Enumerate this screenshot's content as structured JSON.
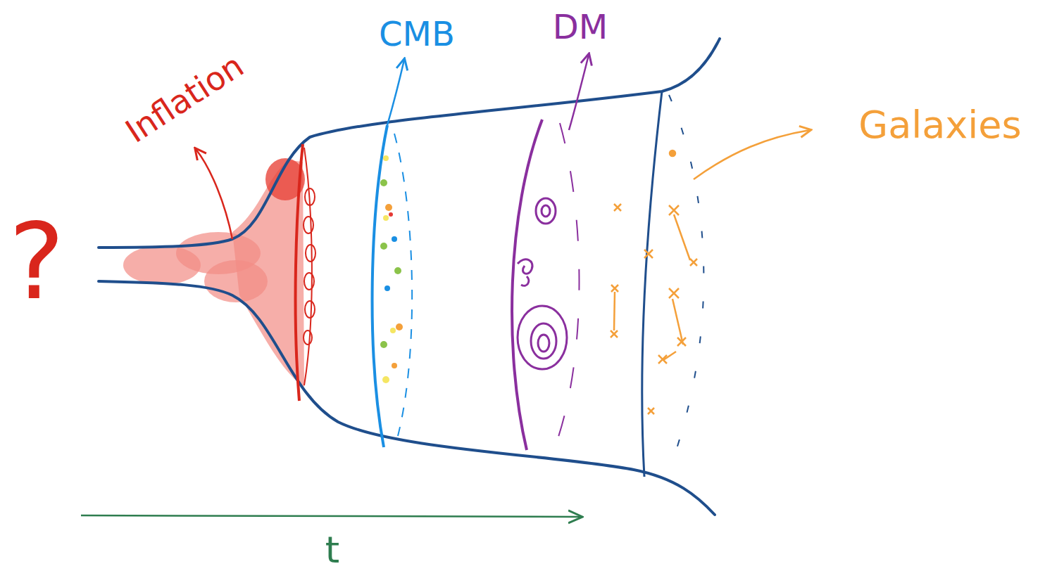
{
  "diagram": {
    "labels": [
      "?",
      "Inflation",
      "CMB",
      "DM",
      "Galaxies",
      "t"
    ]
  }
}
